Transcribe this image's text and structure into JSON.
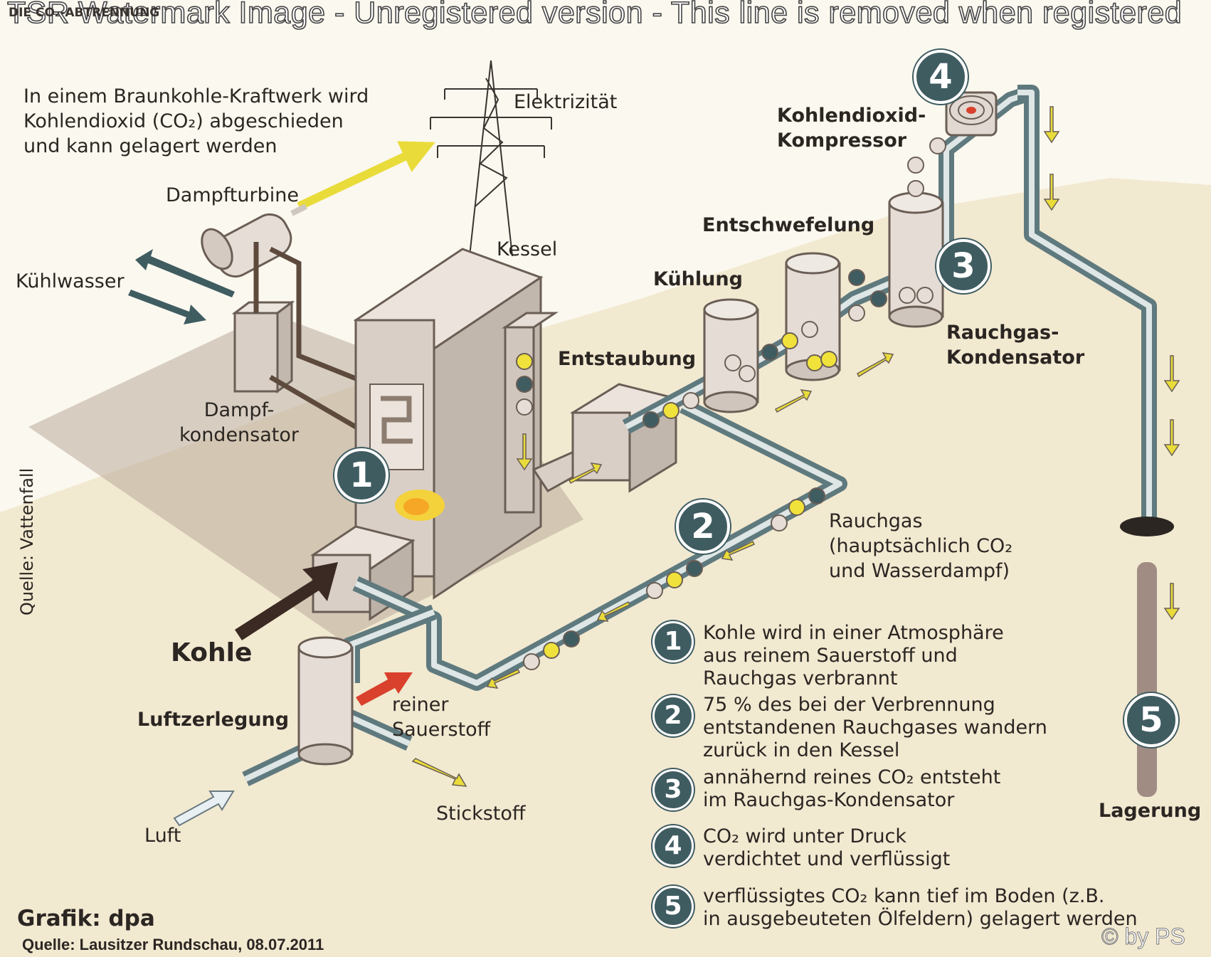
{
  "header": {
    "watermark": "TSR Watermark Image - Unregistered version - This line is removed when registered",
    "corner_label": "DIE CO₂-ABTRENNUNG"
  },
  "intro": "In einem Braunkohle-Kraftwerk wird\nKohlendioxid (CO₂) abgeschieden\nund kann gelagert werden",
  "labels": {
    "elektrizitaet": "Elektrizität",
    "dampfturbine": "Dampfturbine",
    "kuehlwasser": "Kühlwasser",
    "kessel": "Kessel",
    "dampfkondensator": "Dampf-\nkondensator",
    "entstaubung": "Entstaubung",
    "kuehlung": "Kühlung",
    "entschwefelung": "Entschwefelung",
    "kompressor": "Kohlendioxid-\nKompressor",
    "rauchgas_kondensator": "Rauchgas-\nKondensator",
    "rauchgas": "Rauchgas\n(hauptsächlich CO₂\nund Wasserdampf)",
    "kohle": "Kohle",
    "luftzerlegung": "Luftzerlegung",
    "reiner_sauerstoff": "reiner\nSauerstoff",
    "stickstoff": "Stickstoff",
    "luft": "Luft",
    "lagerung": "Lagerung"
  },
  "badges": [
    "1",
    "2",
    "3",
    "4",
    "5"
  ],
  "legend": [
    {
      "num": "1",
      "text": "Kohle wird in einer Atmosphäre\naus reinem Sauerstoff und\nRauchgas verbrannt"
    },
    {
      "num": "2",
      "text": "75 % des bei der Verbrennung\nentstandenen Rauchgases wandern\nzurück in den Kessel"
    },
    {
      "num": "3",
      "text": "annähernd reines CO₂ entsteht\nim Rauchgas-Kondensator"
    },
    {
      "num": "4",
      "text": "CO₂ wird unter Druck\nverdichtet und verflüssigt"
    },
    {
      "num": "5",
      "text": "verflüssigtes CO₂ kann tief im Boden (z.B.\nin ausgebeuteten Ölfeldern) gelagert werden"
    }
  ],
  "credits": {
    "quelle_side": "Quelle: Vattenfall",
    "grafik": "Grafik: dpa",
    "quelle_bottom": "Quelle: Lausitzer Rundschau, 08.07.2011",
    "copyright": "© by PS"
  },
  "colors": {
    "pipe": "#5f7a7e",
    "accent_dark": "#3f5c61",
    "ground": "#efe4c7",
    "building": "#d9cfc6",
    "shadow": "#bfb3a6",
    "yellow": "#f0e23a",
    "red": "#d9412c"
  }
}
